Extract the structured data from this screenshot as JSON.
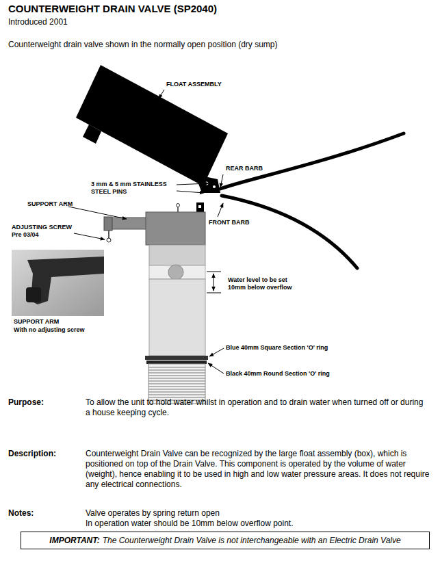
{
  "diagram": {
    "title": "COUNTERWEIGHT DRAIN VALVE (SP2040)",
    "nodes": [
      {
        "text": [
          "IMPORTANT:",
          "The Counterweight Drain Valve is not interchangeable with an Electric Drain Valve"
        ]
      }
    ],
    "labels": [
      "Introduced 2001",
      "Counterweight drain valve shown in the normally open position (dry sump)",
      "FLOAT ASSEMBLY",
      "REAR BARB",
      "3 mm & 5 mm STAINLESS STEEL PINS",
      "SUPPORT ARM",
      "FRONT BARB",
      "ADJUSTING SCREW",
      "Pre 03/04",
      "SUPPORT ARM",
      "With no adjusting screw",
      "Water level to be set 10mm below overflow",
      "Blue 40mm Square Section 'O' ring",
      "Black 40mm Round Section 'O' ring",
      "Purpose:",
      "To allow the unit to hold water whilst in operation and to drain water when turned off or during a house keeping cycle.",
      "Description:",
      "Counterweight Drain Valve can be recognized by the large float assembly (box), which is positioned on top of the Drain Valve. This component is operated by the volume of water (weight), hence enabling it to be used in high and low water pressure areas. It does not require any electrical connections.",
      "Notes:",
      "Valve operates by spring return open",
      "In operation water should be 10mm below overflow point."
    ]
  }
}
